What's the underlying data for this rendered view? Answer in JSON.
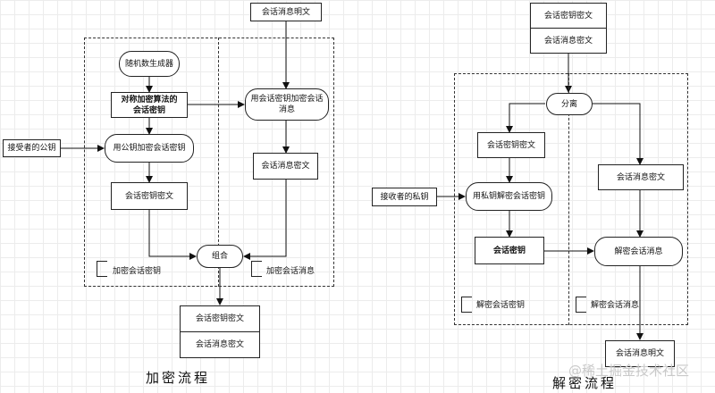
{
  "encryption": {
    "session_plaintext": "会话消息明文",
    "rng": "随机数生成器",
    "symmetric_key": "对称加密算法的\n会话密钥",
    "encrypt_message": "用会话密钥加密会话\n消息",
    "receiver_public_key": "接受者的公钥",
    "encrypt_key": "用公钥加密会话密钥",
    "message_ciphertext": "会话消息密文",
    "key_ciphertext": "会话密钥密文",
    "combine": "组合",
    "region_key_label": "加密会话密钥",
    "region_msg_label": "加密会话消息",
    "output_key_ciphertext": "会话密钥密文",
    "output_message_ciphertext": "会话消息密文",
    "caption": "加密流程"
  },
  "decryption": {
    "input_key_ciphertext": "会话密钥密文",
    "input_message_ciphertext": "会话消息密文",
    "separate": "分离",
    "key_ciphertext": "会话密钥密文",
    "message_ciphertext": "会话消息密文",
    "receiver_private_key": "接收者的私钥",
    "decrypt_key": "用私钥解密会话密钥",
    "session_key": "会话密钥",
    "decrypt_message": "解密会话消息",
    "region_key_label": "解密会话密钥",
    "region_msg_label": "解密会话消息",
    "output_plaintext": "会话消息明文",
    "caption": "解密流程"
  },
  "watermark": "@稀土掘金技术社区"
}
